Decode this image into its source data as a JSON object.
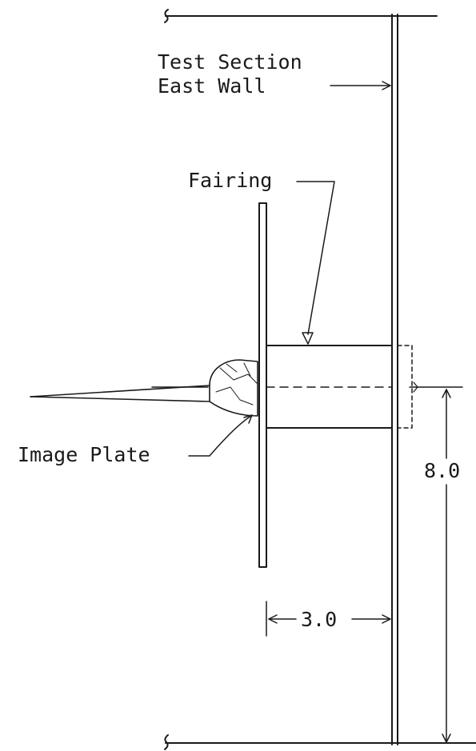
{
  "labels": {
    "wall_line1": "Test Section",
    "wall_line2": "East Wall",
    "fairing": "Fairing",
    "image_plate": "Image Plate",
    "dim_vertical": "8.0",
    "dim_horizontal": "3.0"
  },
  "colors": {
    "ink": "#1a1a1a",
    "paper": "#ffffff"
  }
}
